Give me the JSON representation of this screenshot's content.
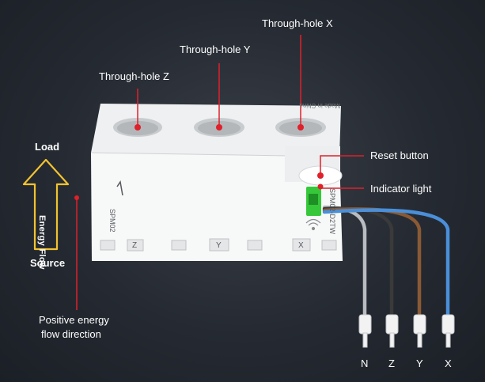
{
  "callouts": {
    "through_hole_x": "Through-hole X",
    "through_hole_y": "Through-hole Y",
    "through_hole_z": "Through-hole Z",
    "reset_button": "Reset button",
    "indicator_light": "Indicator light",
    "positive_flow_line1": "Positive energy",
    "positive_flow_line2": "flow direction"
  },
  "flow_arrow": {
    "top_label": "Load",
    "inner_label": "Energy Flow",
    "bottom_label": "Source"
  },
  "device": {
    "model_left": "SPM02",
    "model_right": "SPM02-D2TW",
    "maker_text": "Made in China",
    "slot_x": "X",
    "slot_y": "Y",
    "slot_z": "Z"
  },
  "wires": [
    {
      "label": "N",
      "color": "#b9bcc0"
    },
    {
      "label": "Z",
      "color": "#3a3a3a"
    },
    {
      "label": "Y",
      "color": "#8a5a35"
    },
    {
      "label": "X",
      "color": "#4a8fd8"
    }
  ],
  "colors": {
    "accent_red": "#e0202a",
    "indicator_green": "#36c83a",
    "arrow_yellow": "#f2c230"
  }
}
